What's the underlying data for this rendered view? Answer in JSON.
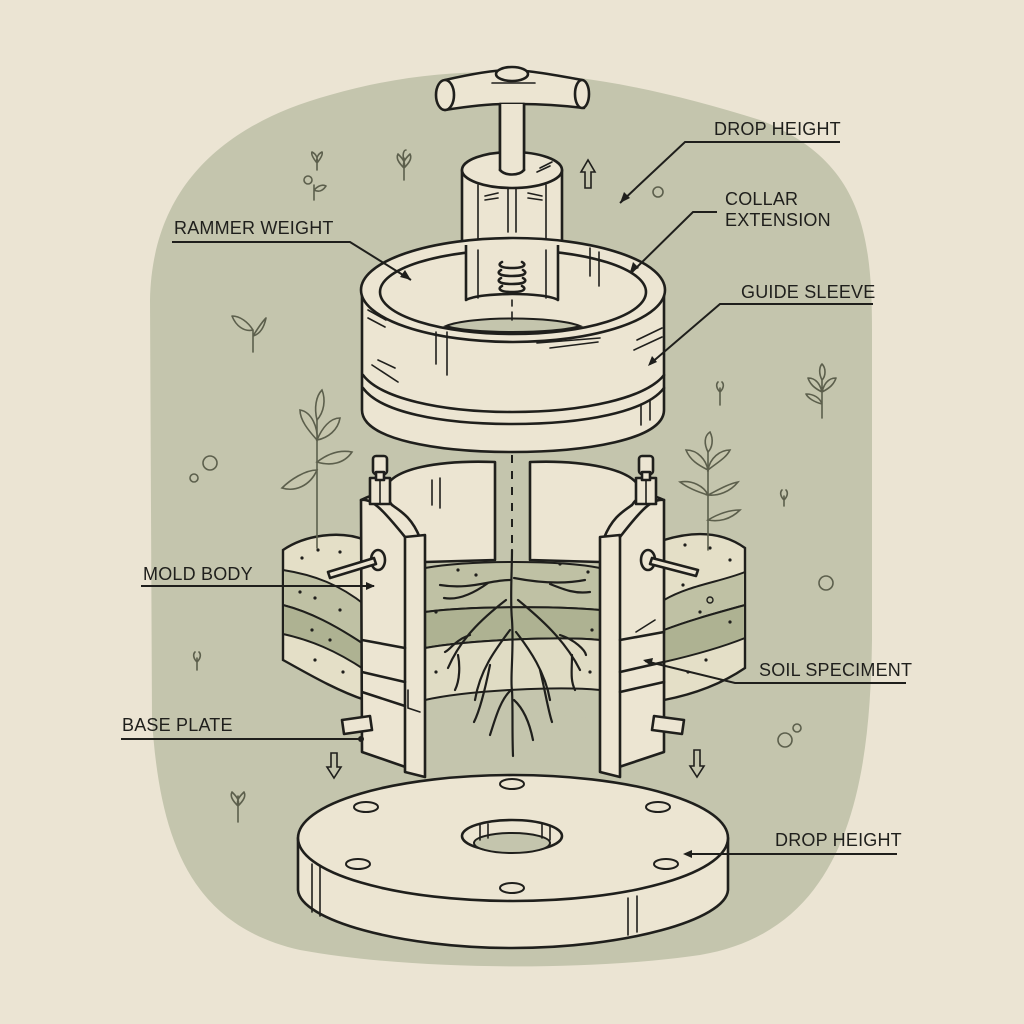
{
  "diagram": {
    "title": "Soil compaction mold assembly (exploded view)",
    "colors": {
      "paper": "#ebe4d3",
      "blob": "#c4c5ad",
      "part_fill": "#ece5d2",
      "ink": "#1f1f1c",
      "soil_light": "#e4dfc7",
      "soil_mid": "#bfc1a4",
      "soil_dark": "#aeb292"
    },
    "labels": {
      "drop_height_top": "DROP HEIGHT",
      "collar_extension": "COLLAR\nEXTENSION",
      "rammer_weight": "RAMMER WEIGHT",
      "guide_sleeve": "GUIDE SLEEVE",
      "mold_body": "MOLD BODY",
      "soil_specimen": "SOIL SPECIMENT",
      "base_plate": "BASE PLATE",
      "drop_height_bottom": "DROP HEIGHT"
    },
    "components": [
      {
        "id": "rammer",
        "name": "T-handle rammer with spring"
      },
      {
        "id": "collar",
        "name": "Collar ring"
      },
      {
        "id": "split-mold",
        "name": "Split mold halves with clamp bolts"
      },
      {
        "id": "soil",
        "name": "Layered soil with roots"
      },
      {
        "id": "base",
        "name": "Perforated base plate"
      }
    ],
    "direction_arrows": [
      "up",
      "down",
      "down"
    ]
  }
}
